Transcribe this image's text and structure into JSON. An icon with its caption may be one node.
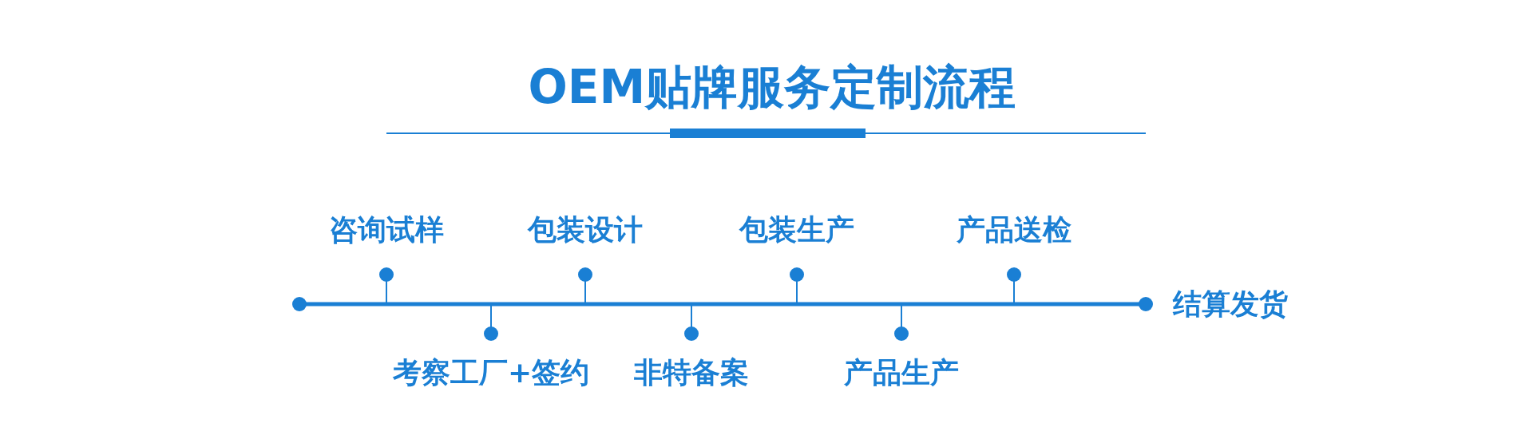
{
  "diagram": {
    "title": "OEM贴牌服务定制流程",
    "labels": [
      "咨询试样",
      "考察工厂+签约",
      "包装设计",
      "非特备案",
      "包装生产",
      "产品生产",
      "产品送检",
      "结算发货"
    ]
  }
}
